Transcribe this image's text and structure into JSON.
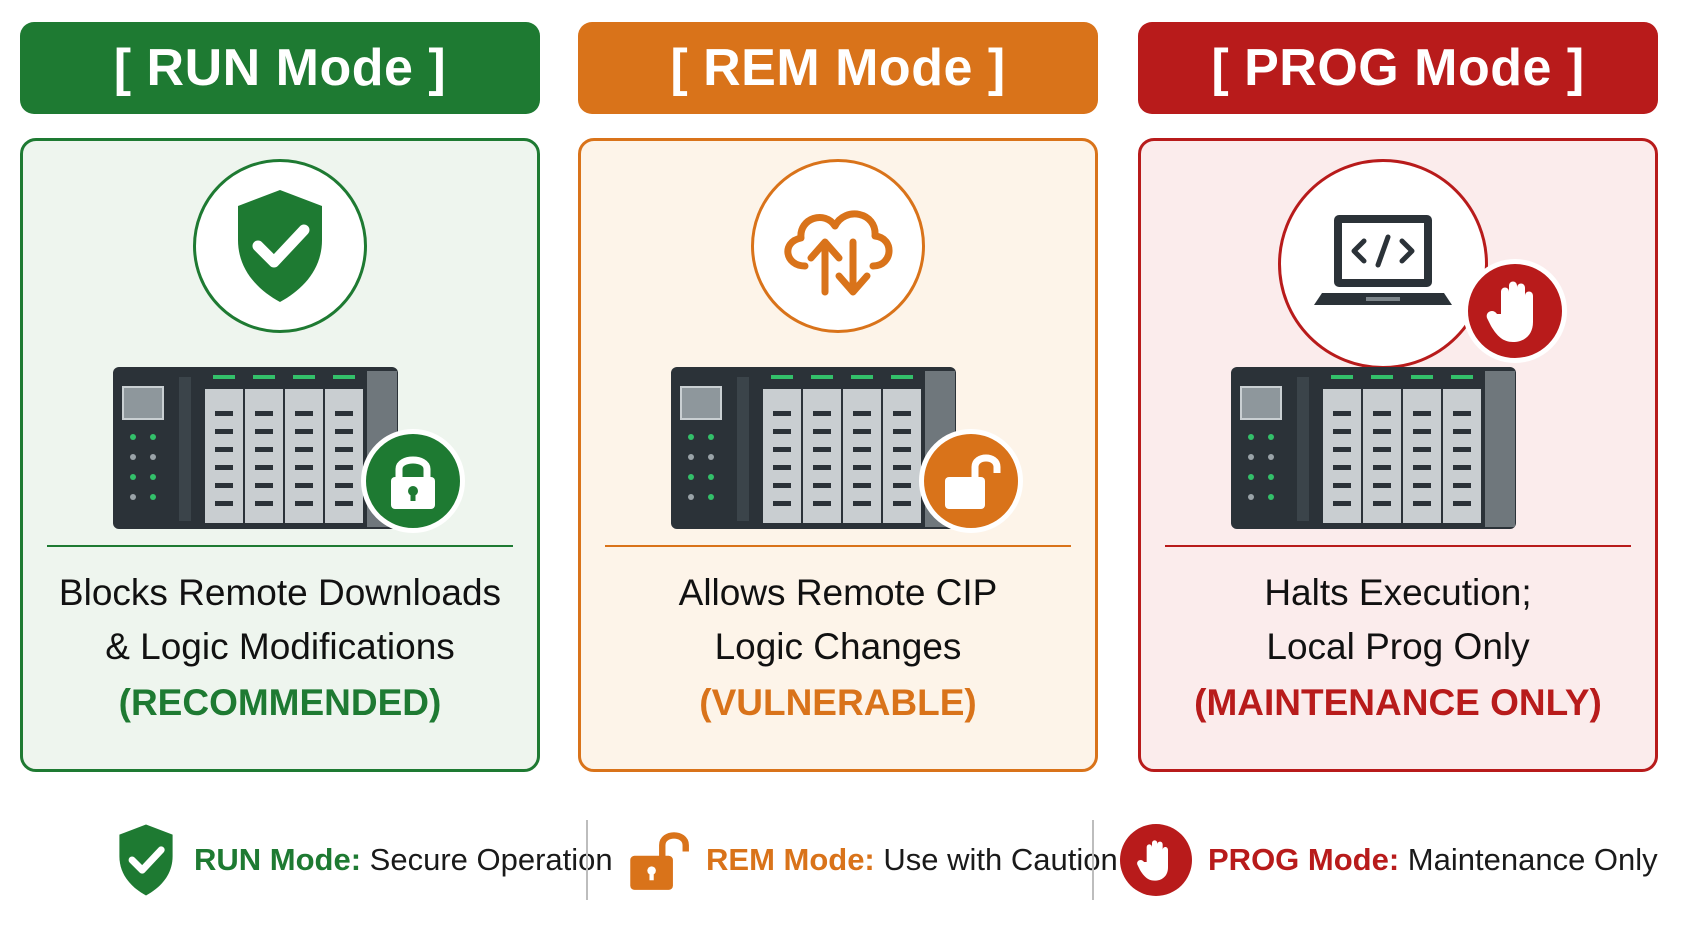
{
  "colors": {
    "run": "#1e7a32",
    "rem": "#d9731a",
    "prog": "#b81b1b",
    "run_bg": "#eef5ee",
    "rem_bg": "#fdf4e9",
    "prog_bg": "#fbecec"
  },
  "modes": [
    {
      "header": "[ RUN Mode ]",
      "icon": "shield-check-icon",
      "badge_icon": "locked-padlock-icon",
      "desc_line1": "Blocks Remote Downloads",
      "desc_line2": "& Logic Modifications",
      "tag": "(RECOMMENDED)"
    },
    {
      "header": "[ REM Mode ]",
      "icon": "cloud-sync-icon",
      "badge_icon": "unlocked-padlock-icon",
      "desc_line1": "Allows Remote CIP",
      "desc_line2": "Logic Changes",
      "tag": "(VULNERABLE)"
    },
    {
      "header": "[ PROG Mode ]",
      "icon": "laptop-code-icon",
      "badge_icon": "stop-hand-icon",
      "desc_line1": "Halts Execution;",
      "desc_line2": "Local Prog Only",
      "tag": "(MAINTENANCE ONLY)"
    }
  ],
  "legend": [
    {
      "label": "RUN Mode:",
      "text": "Secure Operation",
      "icon": "shield-check-icon"
    },
    {
      "label": "REM Mode:",
      "text": "Use with Caution",
      "icon": "unlocked-padlock-icon"
    },
    {
      "label": "PROG Mode:",
      "text": "Maintenance Only",
      "icon": "stop-hand-icon"
    }
  ]
}
